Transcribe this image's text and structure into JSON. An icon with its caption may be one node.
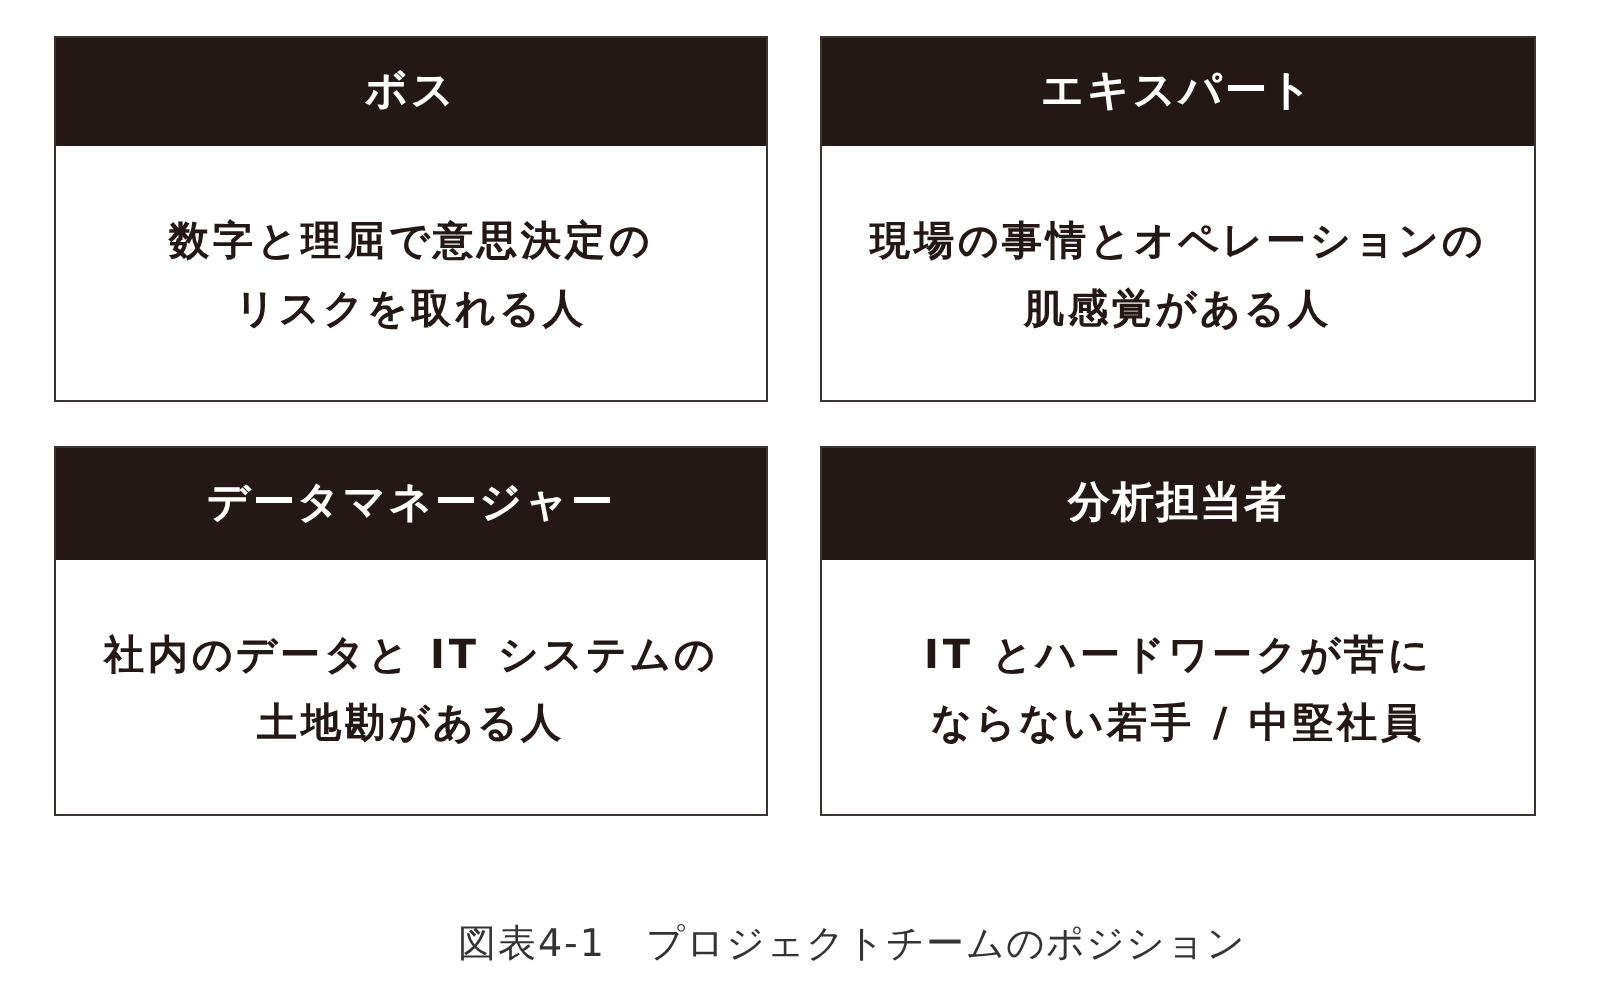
{
  "diagram": {
    "nodes": [
      {
        "text": [
          "ボス",
          "数字と理屈で意思決定のリスクを取れる人"
        ]
      },
      {
        "text": [
          "エキスパート",
          "現場の事情とオペレーションの肌感覚がある人"
        ]
      },
      {
        "text": [
          "データマネージャー",
          "社内のデータと IT システムの土地勘がある人"
        ]
      },
      {
        "text": [
          "分析担当者",
          "IT とハードワークが苦にならない若手 / 中堅社員"
        ]
      }
    ],
    "caption": "図表4-1　プロジェクトチームのポジション"
  }
}
